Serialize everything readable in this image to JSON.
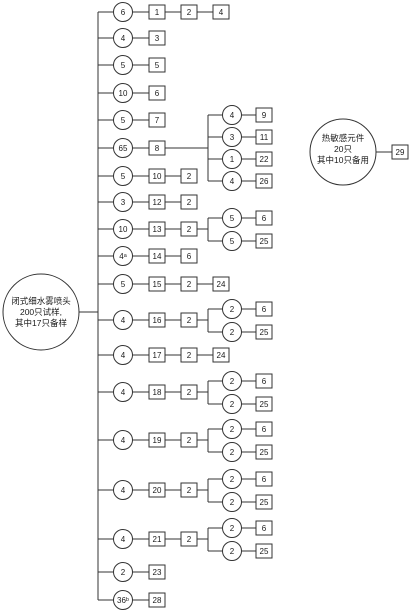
{
  "root": {
    "lines": [
      "闭式细水雾喷头",
      "200只试样,",
      "其中17只备样"
    ]
  },
  "branches": [
    {
      "qty": "6",
      "tests": [
        "1",
        "2",
        "4"
      ]
    },
    {
      "qty": "4",
      "tests": [
        "3"
      ]
    },
    {
      "qty": "5",
      "tests": [
        "5"
      ]
    },
    {
      "qty": "10",
      "tests": [
        "6"
      ]
    },
    {
      "qty": "5",
      "tests": [
        "7"
      ]
    },
    {
      "qty": "65",
      "tests": [
        "8"
      ],
      "sub": [
        {
          "qty": "4",
          "test": "9"
        },
        {
          "qty": "3",
          "test": "11"
        },
        {
          "qty": "1",
          "test": "22"
        },
        {
          "qty": "4",
          "test": "26"
        }
      ]
    },
    {
      "qty": "5",
      "tests": [
        "10",
        "2"
      ]
    },
    {
      "qty": "3",
      "tests": [
        "12",
        "2"
      ]
    },
    {
      "qty": "10",
      "tests": [
        "13",
        "2"
      ],
      "sub": [
        {
          "qty": "5",
          "test": "6"
        },
        {
          "qty": "5",
          "test": "25"
        }
      ]
    },
    {
      "qty": "4ᵃ",
      "tests": [
        "14",
        "6"
      ]
    },
    {
      "qty": "5",
      "tests": [
        "15",
        "2",
        "24"
      ]
    },
    {
      "qty": "4",
      "tests": [
        "16",
        "2"
      ],
      "sub": [
        {
          "qty": "2",
          "test": "6"
        },
        {
          "qty": "2",
          "test": "25"
        }
      ]
    },
    {
      "qty": "4",
      "tests": [
        "17",
        "2",
        "24"
      ]
    },
    {
      "qty": "4",
      "tests": [
        "18",
        "2"
      ],
      "sub": [
        {
          "qty": "2",
          "test": "6"
        },
        {
          "qty": "2",
          "test": "25"
        }
      ]
    },
    {
      "qty": "4",
      "tests": [
        "19",
        "2"
      ],
      "sub": [
        {
          "qty": "2",
          "test": "6"
        },
        {
          "qty": "2",
          "test": "25"
        }
      ]
    },
    {
      "qty": "4",
      "tests": [
        "20",
        "2"
      ],
      "sub": [
        {
          "qty": "2",
          "test": "6"
        },
        {
          "qty": "2",
          "test": "25"
        }
      ]
    },
    {
      "qty": "4",
      "tests": [
        "21",
        "2"
      ],
      "sub": [
        {
          "qty": "2",
          "test": "6"
        },
        {
          "qty": "2",
          "test": "25"
        }
      ]
    },
    {
      "qty": "2",
      "tests": [
        "23"
      ]
    },
    {
      "qty": "36ᵇ",
      "tests": [
        "28"
      ]
    }
  ],
  "side": {
    "lines": [
      "热敏感元件",
      "20只",
      "其中10只备用"
    ],
    "test": "29"
  }
}
